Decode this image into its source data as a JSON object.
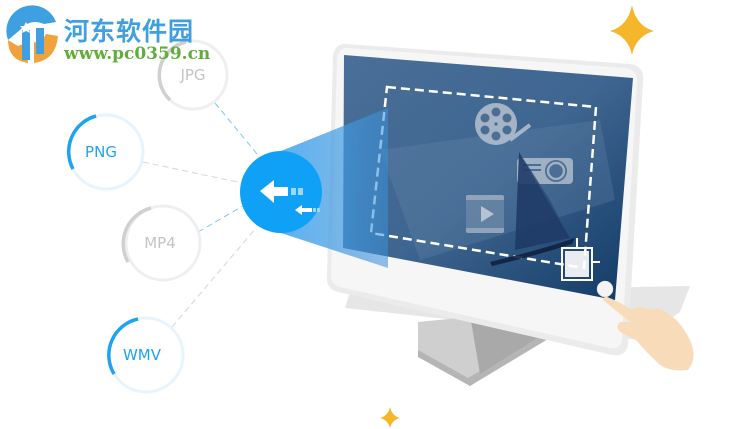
{
  "logo": {
    "title": "河东软件园",
    "url": "www.pc0359.cn",
    "colors": {
      "blue": "#3ea0e0",
      "orange": "#f2a23c",
      "green": "#5fae3c"
    }
  },
  "formats": [
    {
      "label": "JPG",
      "active": false,
      "color": "#c9c9c9"
    },
    {
      "label": "PNG",
      "active": true,
      "color": "#1ea3f3"
    },
    {
      "label": "MP4",
      "active": false,
      "color": "#c9c9c9"
    },
    {
      "label": "WMV",
      "active": true,
      "color": "#1ea3f3"
    }
  ],
  "hub": {
    "icon": "convert-arrows-icon",
    "color": "#0ea1f6"
  },
  "screen": {
    "icons": [
      "film-reel-icon",
      "projector-icon",
      "video-play-icon"
    ],
    "scene": "sailboat"
  },
  "decor": {
    "sparkle_color": "#f5b62a"
  }
}
